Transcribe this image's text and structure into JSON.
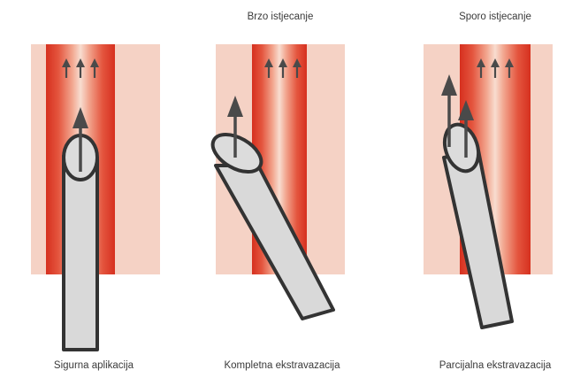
{
  "panels": [
    {
      "top_label": "",
      "bottom_label": "Sigurna aplikacija"
    },
    {
      "top_label": "Brzo istjecanje",
      "bottom_label": "Kompletna ekstravazacija"
    },
    {
      "top_label": "Sporo istjecanje",
      "bottom_label": "Parcijalna ekstravazacija"
    }
  ],
  "colors": {
    "tissue": "#f5d2c5",
    "vessel_edge": "#d6301f",
    "vessel_mid": "#ee8b73",
    "vessel_center": "#f8ddd0",
    "arrow": "#4a4a4a",
    "needle_fill": "#d9d9d9",
    "needle_outline": "#333333"
  }
}
